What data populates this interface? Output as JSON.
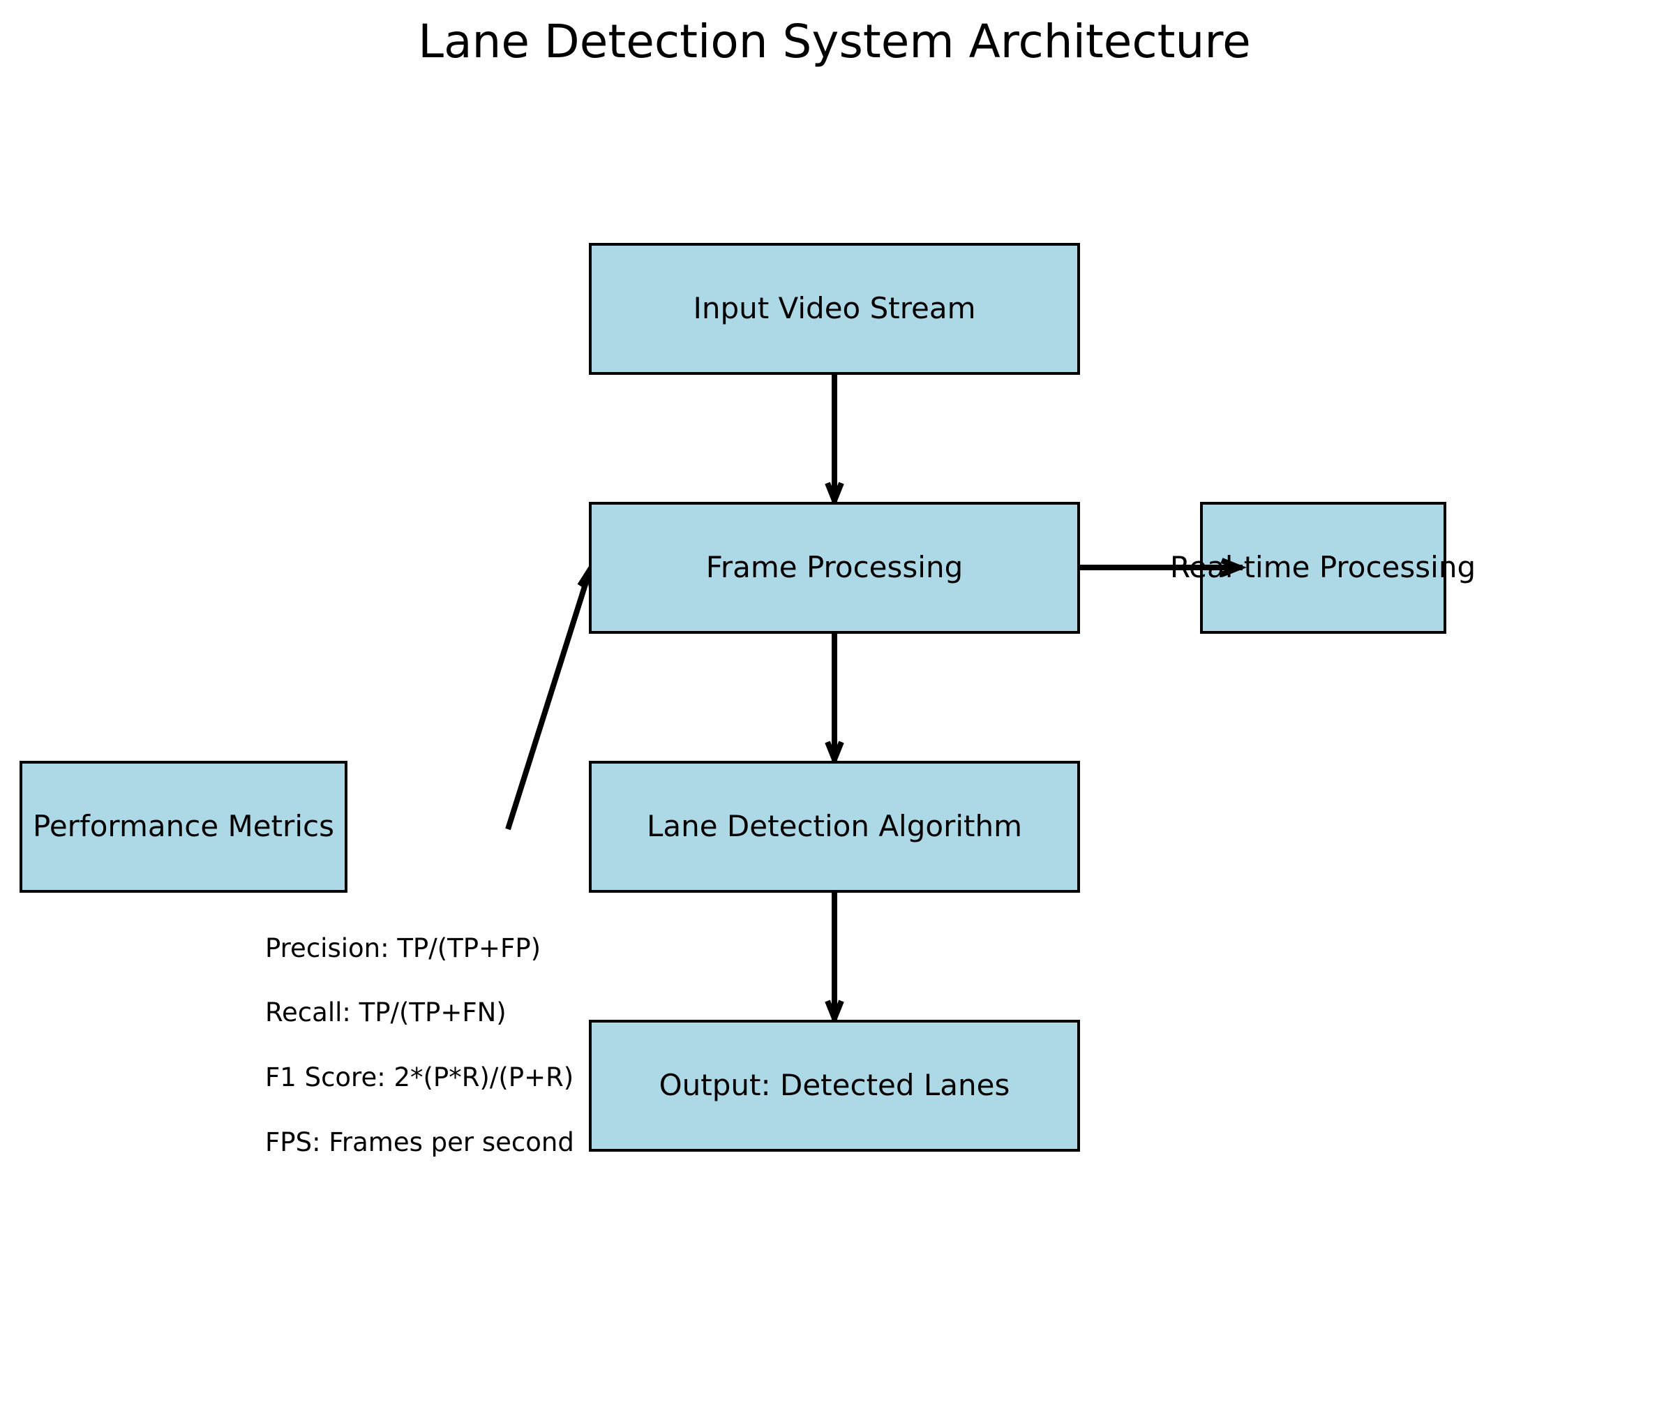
{
  "title": "Lane Detection System Architecture",
  "colors": {
    "box_fill": "#add8e6",
    "stroke": "#000000",
    "text": "#000000"
  },
  "nodes": {
    "input": "Input Video Stream",
    "frame": "Frame Processing",
    "lane": "Lane Detection Algorithm",
    "output": "Output: Detected Lanes",
    "realtime": "Real-time Processing",
    "metrics": "Performance Metrics"
  },
  "metrics_notes": [
    "Precision: TP/(TP+FP)",
    "Recall: TP/(TP+FN)",
    "F1 Score: 2*(P*R)/(P+R)",
    "FPS: Frames per second"
  ],
  "edges": [
    {
      "from": "input",
      "to": "frame"
    },
    {
      "from": "frame",
      "to": "lane"
    },
    {
      "from": "lane",
      "to": "output"
    },
    {
      "from": "frame",
      "to": "realtime"
    },
    {
      "from": "metrics",
      "to": "frame"
    }
  ]
}
